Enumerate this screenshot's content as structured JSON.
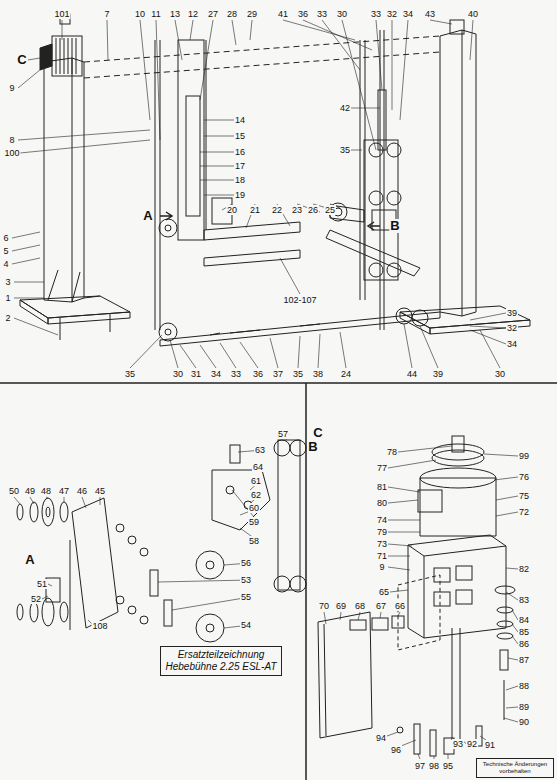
{
  "diagram": {
    "nodes": [
      {
        "text": [
          "Ersatzteilzeichnung Hebebühne 2.25 ESL-AT"
        ]
      },
      {
        "text": [
          "Technische Änderungen vorbehalten"
        ]
      }
    ],
    "labels": [
      "101",
      "7",
      "10",
      "11",
      "13",
      "12",
      "27",
      "28",
      "29",
      "41",
      "36",
      "33",
      "30",
      "33",
      "32",
      "34",
      "43",
      "40",
      "C",
      "9",
      "8",
      "100",
      "14",
      "15",
      "16",
      "17",
      "18",
      "19",
      "20",
      "21",
      "22",
      "23",
      "26",
      "25",
      "42",
      "35",
      "A",
      "B",
      "6",
      "5",
      "4",
      "3",
      "1",
      "2",
      "102-107",
      "39",
      "32",
      "34",
      "35",
      "30",
      "31",
      "34",
      "33",
      "36",
      "37",
      "35",
      "38",
      "24",
      "44",
      "39",
      "30",
      "B",
      "57",
      "63",
      "64",
      "61",
      "62",
      "60",
      "59",
      "58",
      "A",
      "50",
      "49",
      "48",
      "47",
      "46",
      "45",
      "56",
      "53",
      "55",
      "54",
      "51",
      "52",
      "108",
      "C",
      "78",
      "99",
      "77",
      "76",
      "81",
      "75",
      "80",
      "72",
      "74",
      "79",
      "73",
      "71",
      "9",
      "65",
      "82",
      "83",
      "84",
      "85",
      "86",
      "87",
      "88",
      "89",
      "90",
      "70",
      "69",
      "68",
      "67",
      "66",
      "94",
      "96",
      "97",
      "98",
      "95",
      "93",
      "92",
      "91"
    ]
  }
}
